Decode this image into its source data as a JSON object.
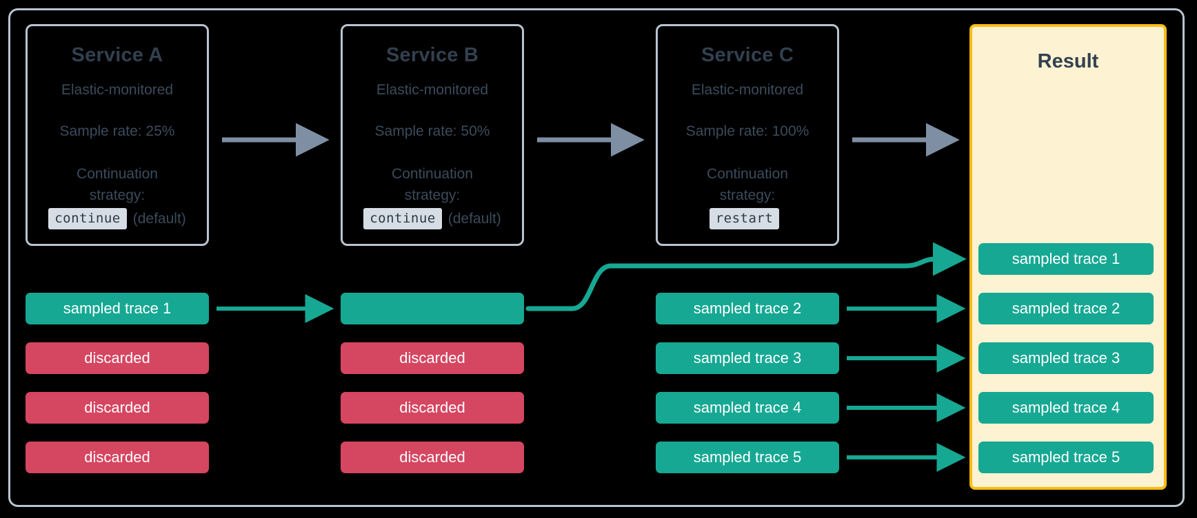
{
  "diagram": {
    "title": "Distributed tracing sampling across services",
    "colors": {
      "sampled": "#16a893",
      "discarded": "#d54661",
      "result_border": "#f9bc15",
      "result_fill": "#fdf2d1",
      "card_border": "#b9c4d0",
      "gray_arrow": "#7e8fa3",
      "text": "#32404f",
      "background": "#000000"
    }
  },
  "services": [
    {
      "name": "Service A",
      "subtitle": "Elastic-monitored",
      "sample_rate": "Sample rate: 25%",
      "strategy_label_line1": "Continuation",
      "strategy_label_line2": "strategy:",
      "strategy_code": "continue",
      "strategy_note": "(default)"
    },
    {
      "name": "Service B",
      "subtitle": "Elastic-monitored",
      "sample_rate": "Sample rate: 50%",
      "strategy_label_line1": "Continuation",
      "strategy_label_line2": "strategy:",
      "strategy_code": "continue",
      "strategy_note": "(default)"
    },
    {
      "name": "Service C",
      "subtitle": "Elastic-monitored",
      "sample_rate": "Sample rate: 100%",
      "strategy_label_line1": "Continuation",
      "strategy_label_line2": "strategy:",
      "strategy_code": "restart",
      "strategy_note": ""
    }
  ],
  "result": {
    "title": "Result",
    "traces": [
      "sampled trace 1",
      "sampled trace 2",
      "sampled trace 3",
      "sampled trace 4",
      "sampled trace 5"
    ]
  },
  "columns": {
    "a": {
      "traces": [
        {
          "label": "sampled trace 1",
          "kind": "sampled"
        },
        {
          "label": "discarded",
          "kind": "discarded"
        },
        {
          "label": "discarded",
          "kind": "discarded"
        },
        {
          "label": "discarded",
          "kind": "discarded"
        }
      ]
    },
    "b": {
      "traces": [
        {
          "label": "",
          "kind": "sampled"
        },
        {
          "label": "discarded",
          "kind": "discarded"
        },
        {
          "label": "discarded",
          "kind": "discarded"
        },
        {
          "label": "discarded",
          "kind": "discarded"
        }
      ]
    },
    "c": {
      "traces": [
        {
          "label": "sampled trace 2",
          "kind": "sampled"
        },
        {
          "label": "sampled trace 3",
          "kind": "sampled"
        },
        {
          "label": "sampled trace 4",
          "kind": "sampled"
        },
        {
          "label": "sampled trace 5",
          "kind": "sampled"
        }
      ]
    }
  }
}
